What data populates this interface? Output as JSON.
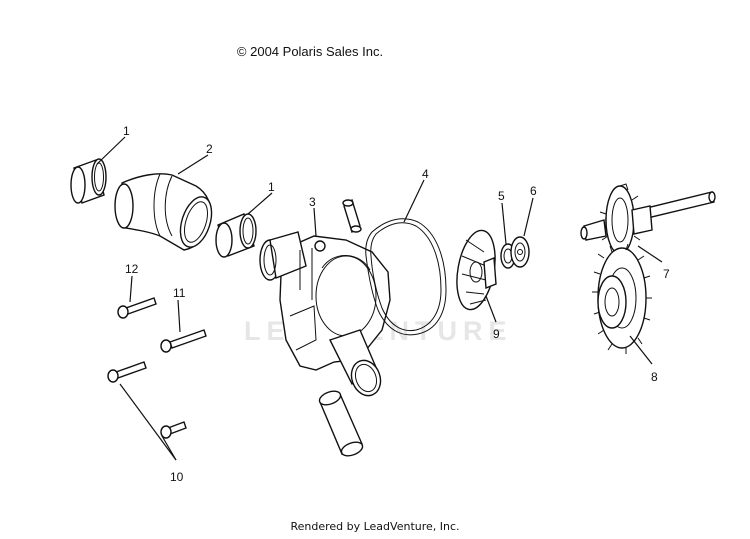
{
  "header": {
    "copyright": "© 2004 Polaris Sales Inc."
  },
  "footer": {
    "credit": "Rendered by LeadVenture, Inc."
  },
  "watermark": {
    "text": "LEADVENTURE"
  },
  "callouts": [
    {
      "id": "c1a",
      "label": "1"
    },
    {
      "id": "c2",
      "label": "2"
    },
    {
      "id": "c1b",
      "label": "1"
    },
    {
      "id": "c3",
      "label": "3"
    },
    {
      "id": "c4",
      "label": "4"
    },
    {
      "id": "c5",
      "label": "5"
    },
    {
      "id": "c6",
      "label": "6"
    },
    {
      "id": "c7",
      "label": "7"
    },
    {
      "id": "c8",
      "label": "8"
    },
    {
      "id": "c9",
      "label": "9"
    },
    {
      "id": "c10",
      "label": "10"
    },
    {
      "id": "c11",
      "label": "11"
    },
    {
      "id": "c12",
      "label": "12"
    }
  ]
}
